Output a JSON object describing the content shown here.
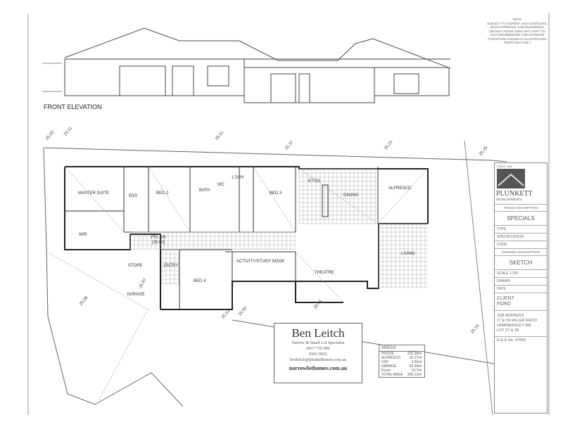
{
  "elevation": {
    "title": "FRONT ELEVATION"
  },
  "notes": {
    "lines": [
      "NOTE",
      "SUBJECT TO SURVEY AND CONTOURS,",
      "BUSH APPROVAL AND ENGINEERS",
      "DESIGN. ROOM SIZES MAY VARY TO",
      "SUIT ENGINEERING AND ESTIMATE",
      "FURNITURE SHOWN IS ILLUSTRATION",
      "PURPOSES ONLY"
    ]
  },
  "levels": [
    "25.03",
    "25.11",
    "25.51",
    "25.37",
    "25.23",
    "25.29",
    "25.08",
    "25.87",
    "25.50",
    "25.46",
    "25.52",
    "25.16"
  ],
  "rooms": {
    "master": "MASTER SUITE",
    "wir": "WIR",
    "ens": "ENS",
    "bed2": "BED 2",
    "bath": "BATH",
    "wc": "WC",
    "ldry": "L'DRY",
    "bed3": "BED 3",
    "ktch": "K'TCH",
    "dining": "DINING",
    "alfresco": "ALFRESCO",
    "living": "LIVING",
    "ffl": "FFL 0/6 (26.00)",
    "store": "STORE",
    "entry": "ENTRY",
    "bed4": "BED 4",
    "activity": "ACTIVITY/STUDY NOOK",
    "theatre": "THEATRE",
    "garage": "GARAGE"
  },
  "card": {
    "name": "Ben Leitch",
    "tagline": "Narrow & Small Lot Specialist",
    "phone1": "0417 755 586",
    "phone2": "9361 0022",
    "email": "benleitch@plunkethomes.com.au",
    "website": "narrowlothomes.com.au"
  },
  "areas": {
    "title": "AREAS",
    "rows": [
      {
        "label": "HOUSE",
        "value": "220.38m²"
      },
      {
        "label": "ALFRESCO",
        "value": "15.17m²"
      },
      {
        "label": "V2H",
        "value": "2.41m²"
      },
      {
        "label": "GARAGE",
        "value": "33.34m²"
      },
      {
        "label": "Porch",
        "value": "13.7m²"
      },
      {
        "label": "TOTAL AREA",
        "value": "306.12m²"
      }
    ]
  },
  "title_block": {
    "since": "SINCE 1962",
    "brand": "PLUNKETT",
    "brand_sub": "DEVELOPMENTS",
    "range_label": "RANGE DESCRIPTION",
    "range": "SPECIALS",
    "type": "TYPE",
    "specification": "SPECIFICATION",
    "code": "CODE",
    "drawing_label": "DRAWING DESCRIPTION",
    "drawing": "SKETCH",
    "scale": "SCALE 1:100",
    "drawn": "DRAWN",
    "date": "DATE",
    "client_label": "CLIENT",
    "client": "FORD",
    "job_label": "JOB ADDRESS",
    "job_line1": "17 & 19 HILLER RAOD",
    "job_line2": "HAMMERSLEY WA",
    "job_line3": "LOT 27 & 28",
    "drawing_no": "D & E No. 07830"
  },
  "colors": {
    "line": "#333333",
    "paper": "#ffffff"
  }
}
